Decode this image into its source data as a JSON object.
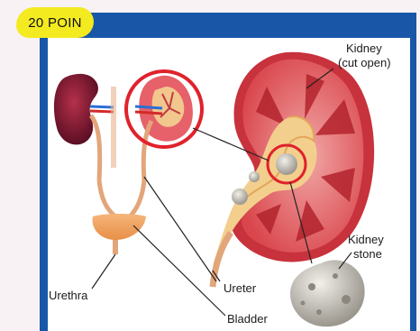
{
  "badge": {
    "text": "20 POIN"
  },
  "labels": {
    "kidney_cut": [
      "Kidney",
      "(cut open)"
    ],
    "kidney_stone": [
      "Kidney",
      "stone"
    ],
    "ureter": "Ureter",
    "urethra": "Urethra",
    "bladder": "Bladder"
  },
  "colors": {
    "frame": "#1a56a8",
    "badge": "#f4ea20",
    "highlight_ring": "#e0222c",
    "kidney_red": "#c8323c",
    "kidney_dark": "#7a1530"
  }
}
